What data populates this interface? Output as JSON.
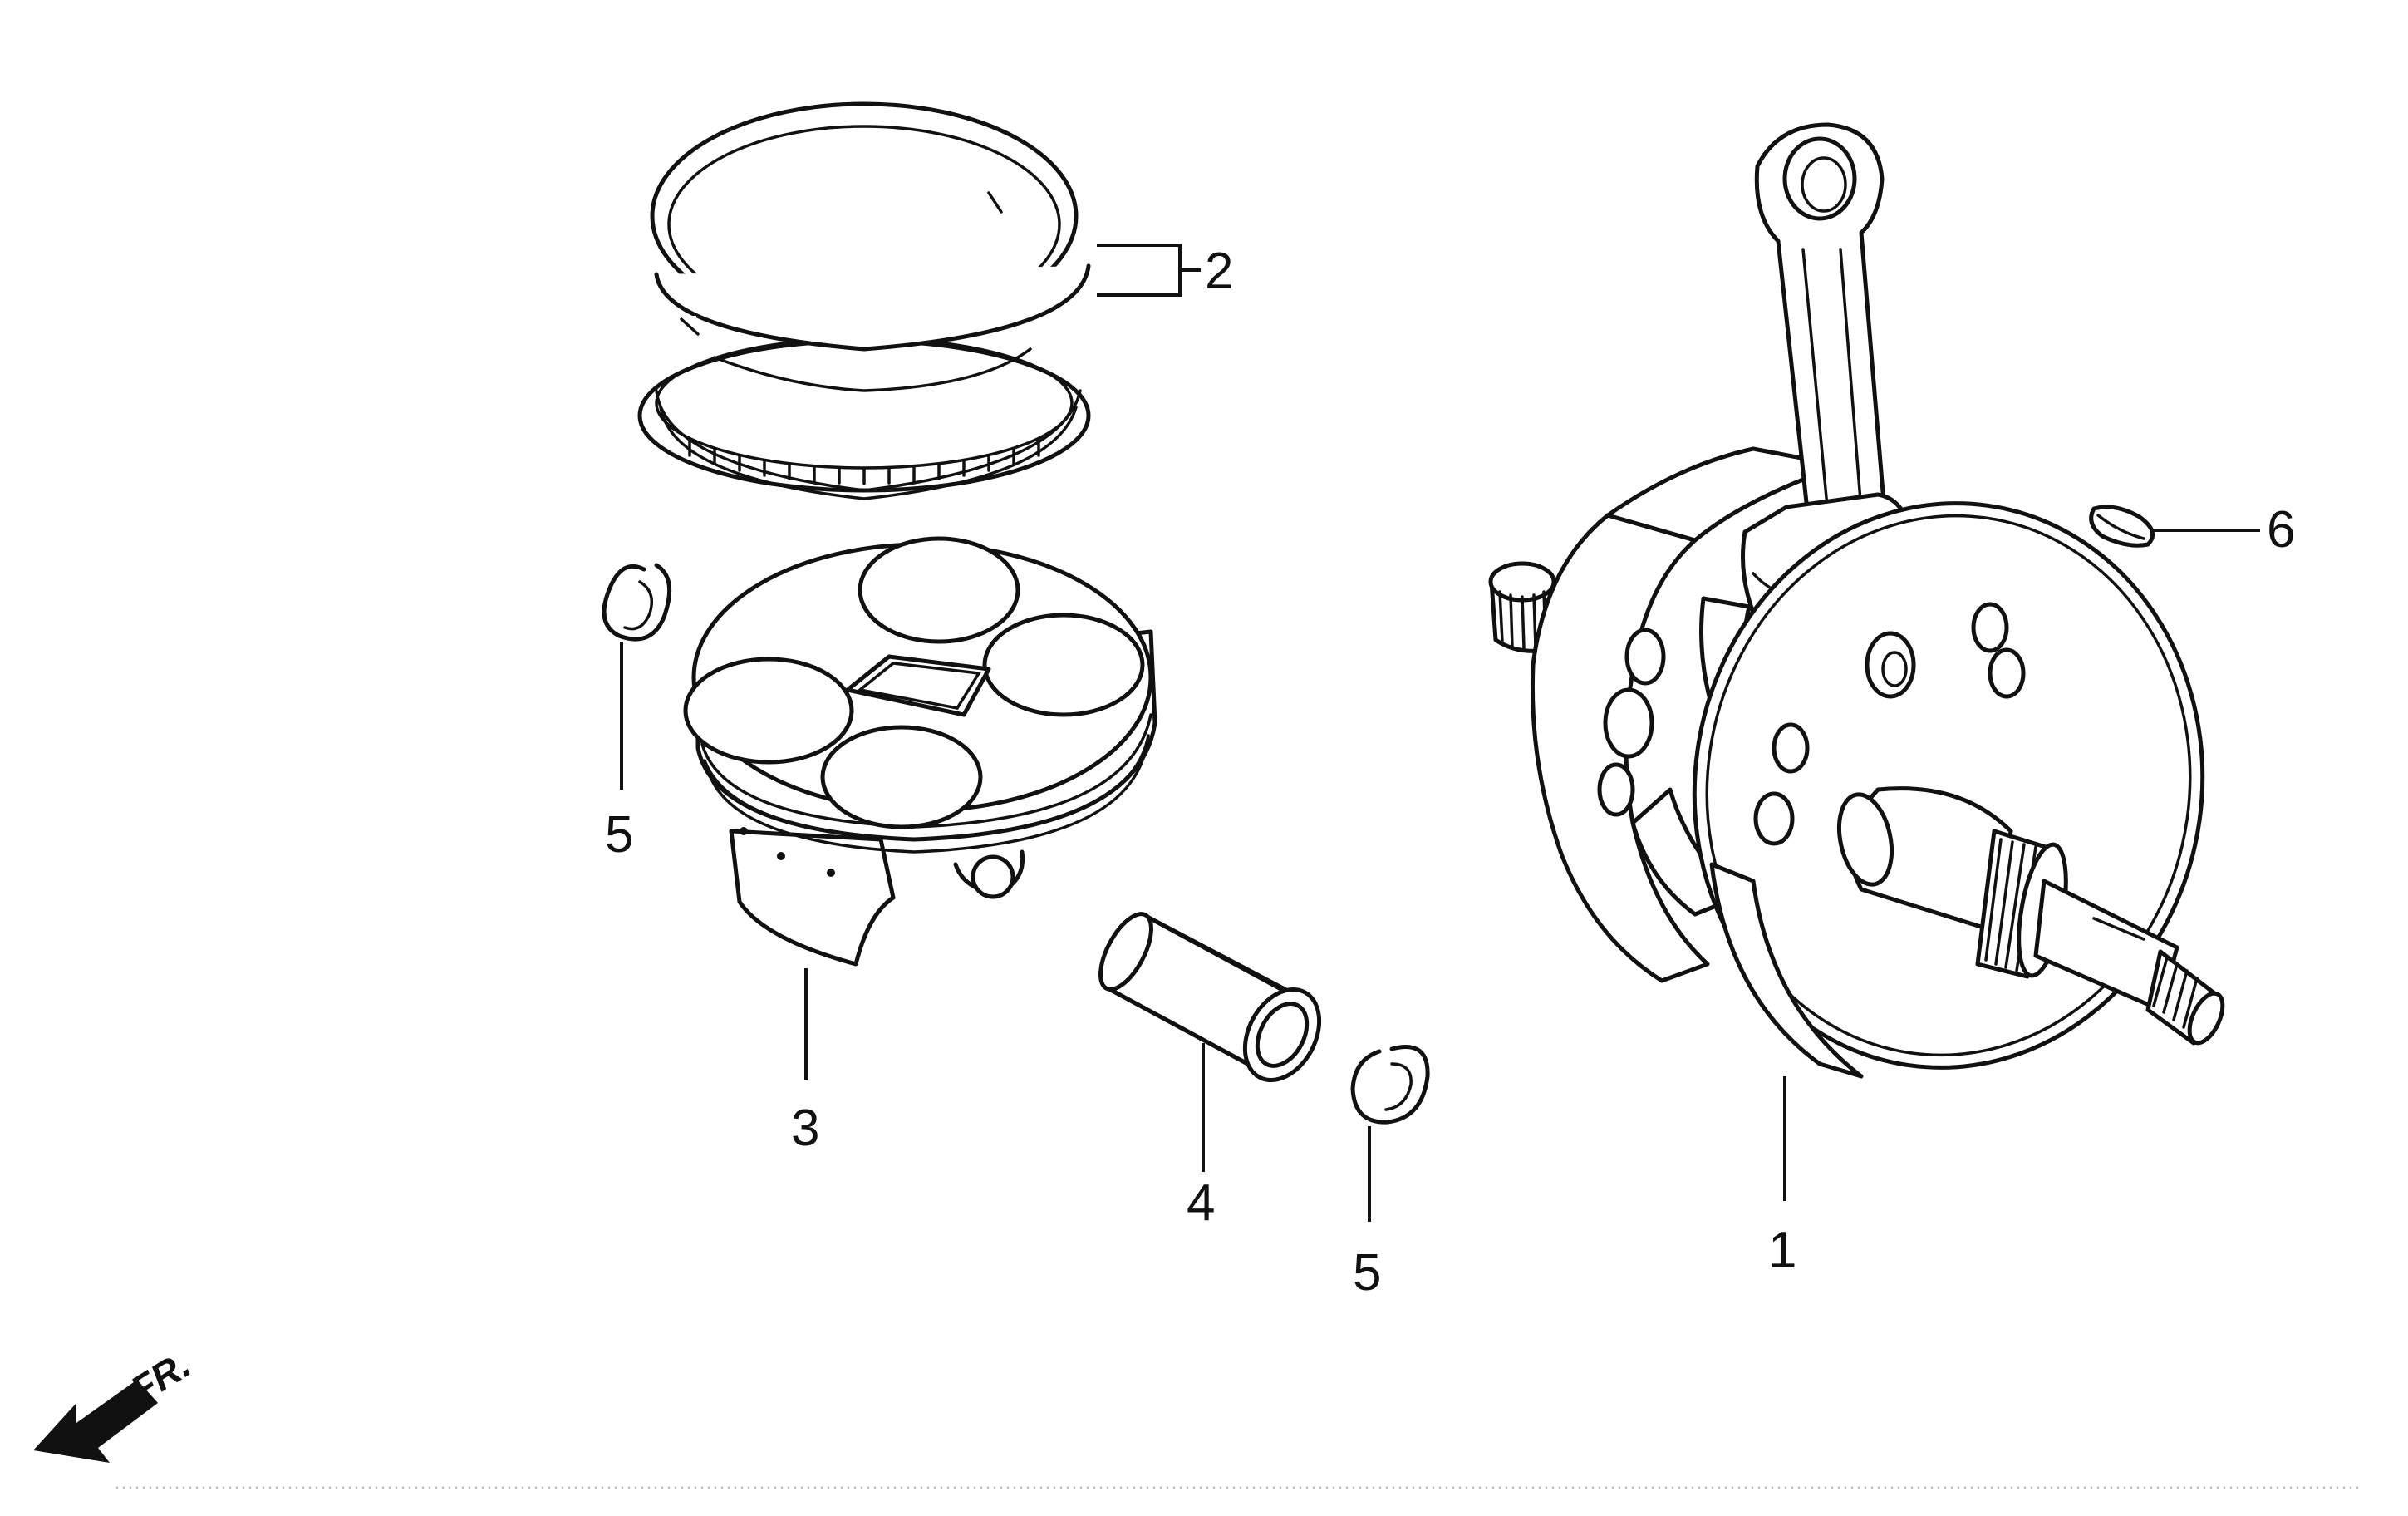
{
  "callouts": [
    {
      "id": "crankshaft",
      "number": "1"
    },
    {
      "id": "piston-ring-set",
      "number": "2"
    },
    {
      "id": "piston",
      "number": "3"
    },
    {
      "id": "piston-pin",
      "number": "4"
    },
    {
      "id": "pin-clip-left",
      "number": "5"
    },
    {
      "id": "pin-clip-right",
      "number": "5"
    },
    {
      "id": "woodruff-key",
      "number": "6"
    }
  ],
  "direction_indicator": {
    "label": "FR.",
    "icon": "front-arrow-icon"
  },
  "colors": {
    "line": "#111111",
    "background": "#ffffff"
  }
}
